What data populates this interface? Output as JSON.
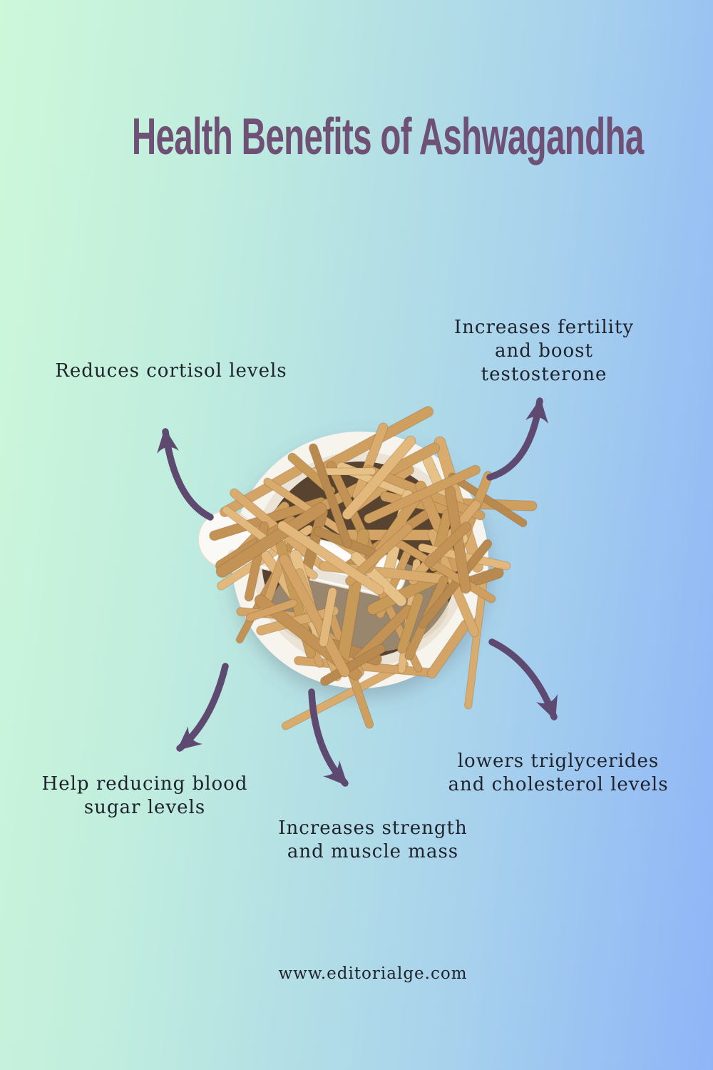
{
  "title": "Health Benefits of Ashwagandha",
  "benefits": [
    {
      "name": "reduces-cortisol",
      "lines": [
        "Reduces cortisol levels"
      ]
    },
    {
      "name": "fertility-testosterone",
      "lines": [
        "Increases fertility",
        "and boost",
        "testosterone"
      ]
    },
    {
      "name": "blood-sugar",
      "lines": [
        "Help reducing blood",
        "sugar levels"
      ]
    },
    {
      "name": "strength-muscle",
      "lines": [
        "Increases strength",
        "and muscle mass"
      ]
    },
    {
      "name": "triglycerides-cholesterol",
      "lines": [
        "lowers triglycerides",
        "and cholesterol levels"
      ]
    }
  ],
  "footer": {
    "website": "www.editorialge.com"
  },
  "illustration": {
    "name": "mortar-and-pestle-with-ashwagandha-roots"
  },
  "colors": {
    "background_start": "#cdf8da",
    "background_end": "#8fb5f7",
    "title": "#6f5175",
    "arrow": "#5e4a70",
    "text": "#1e222a",
    "root_tan": "#cf9f60"
  }
}
